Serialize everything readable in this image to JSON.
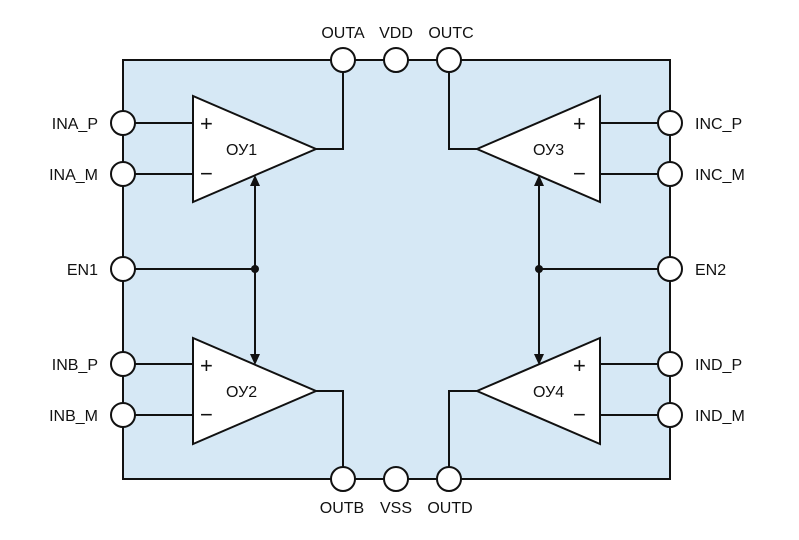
{
  "diagram": {
    "body_fill": "#d6e8f5",
    "top_pins": [
      "OUTA",
      "VDD",
      "OUTC"
    ],
    "bottom_pins": [
      "OUTB",
      "VSS",
      "OUTD"
    ],
    "left_pins": [
      "INA_P",
      "INA_M",
      "EN1",
      "INB_P",
      "INB_M"
    ],
    "right_pins": [
      "INC_P",
      "INC_M",
      "EN2",
      "IND_P",
      "IND_M"
    ],
    "amplifiers": [
      "ОУ1",
      "ОУ2",
      "ОУ3",
      "ОУ4"
    ],
    "plus_sign": "+",
    "minus_sign": "−"
  }
}
